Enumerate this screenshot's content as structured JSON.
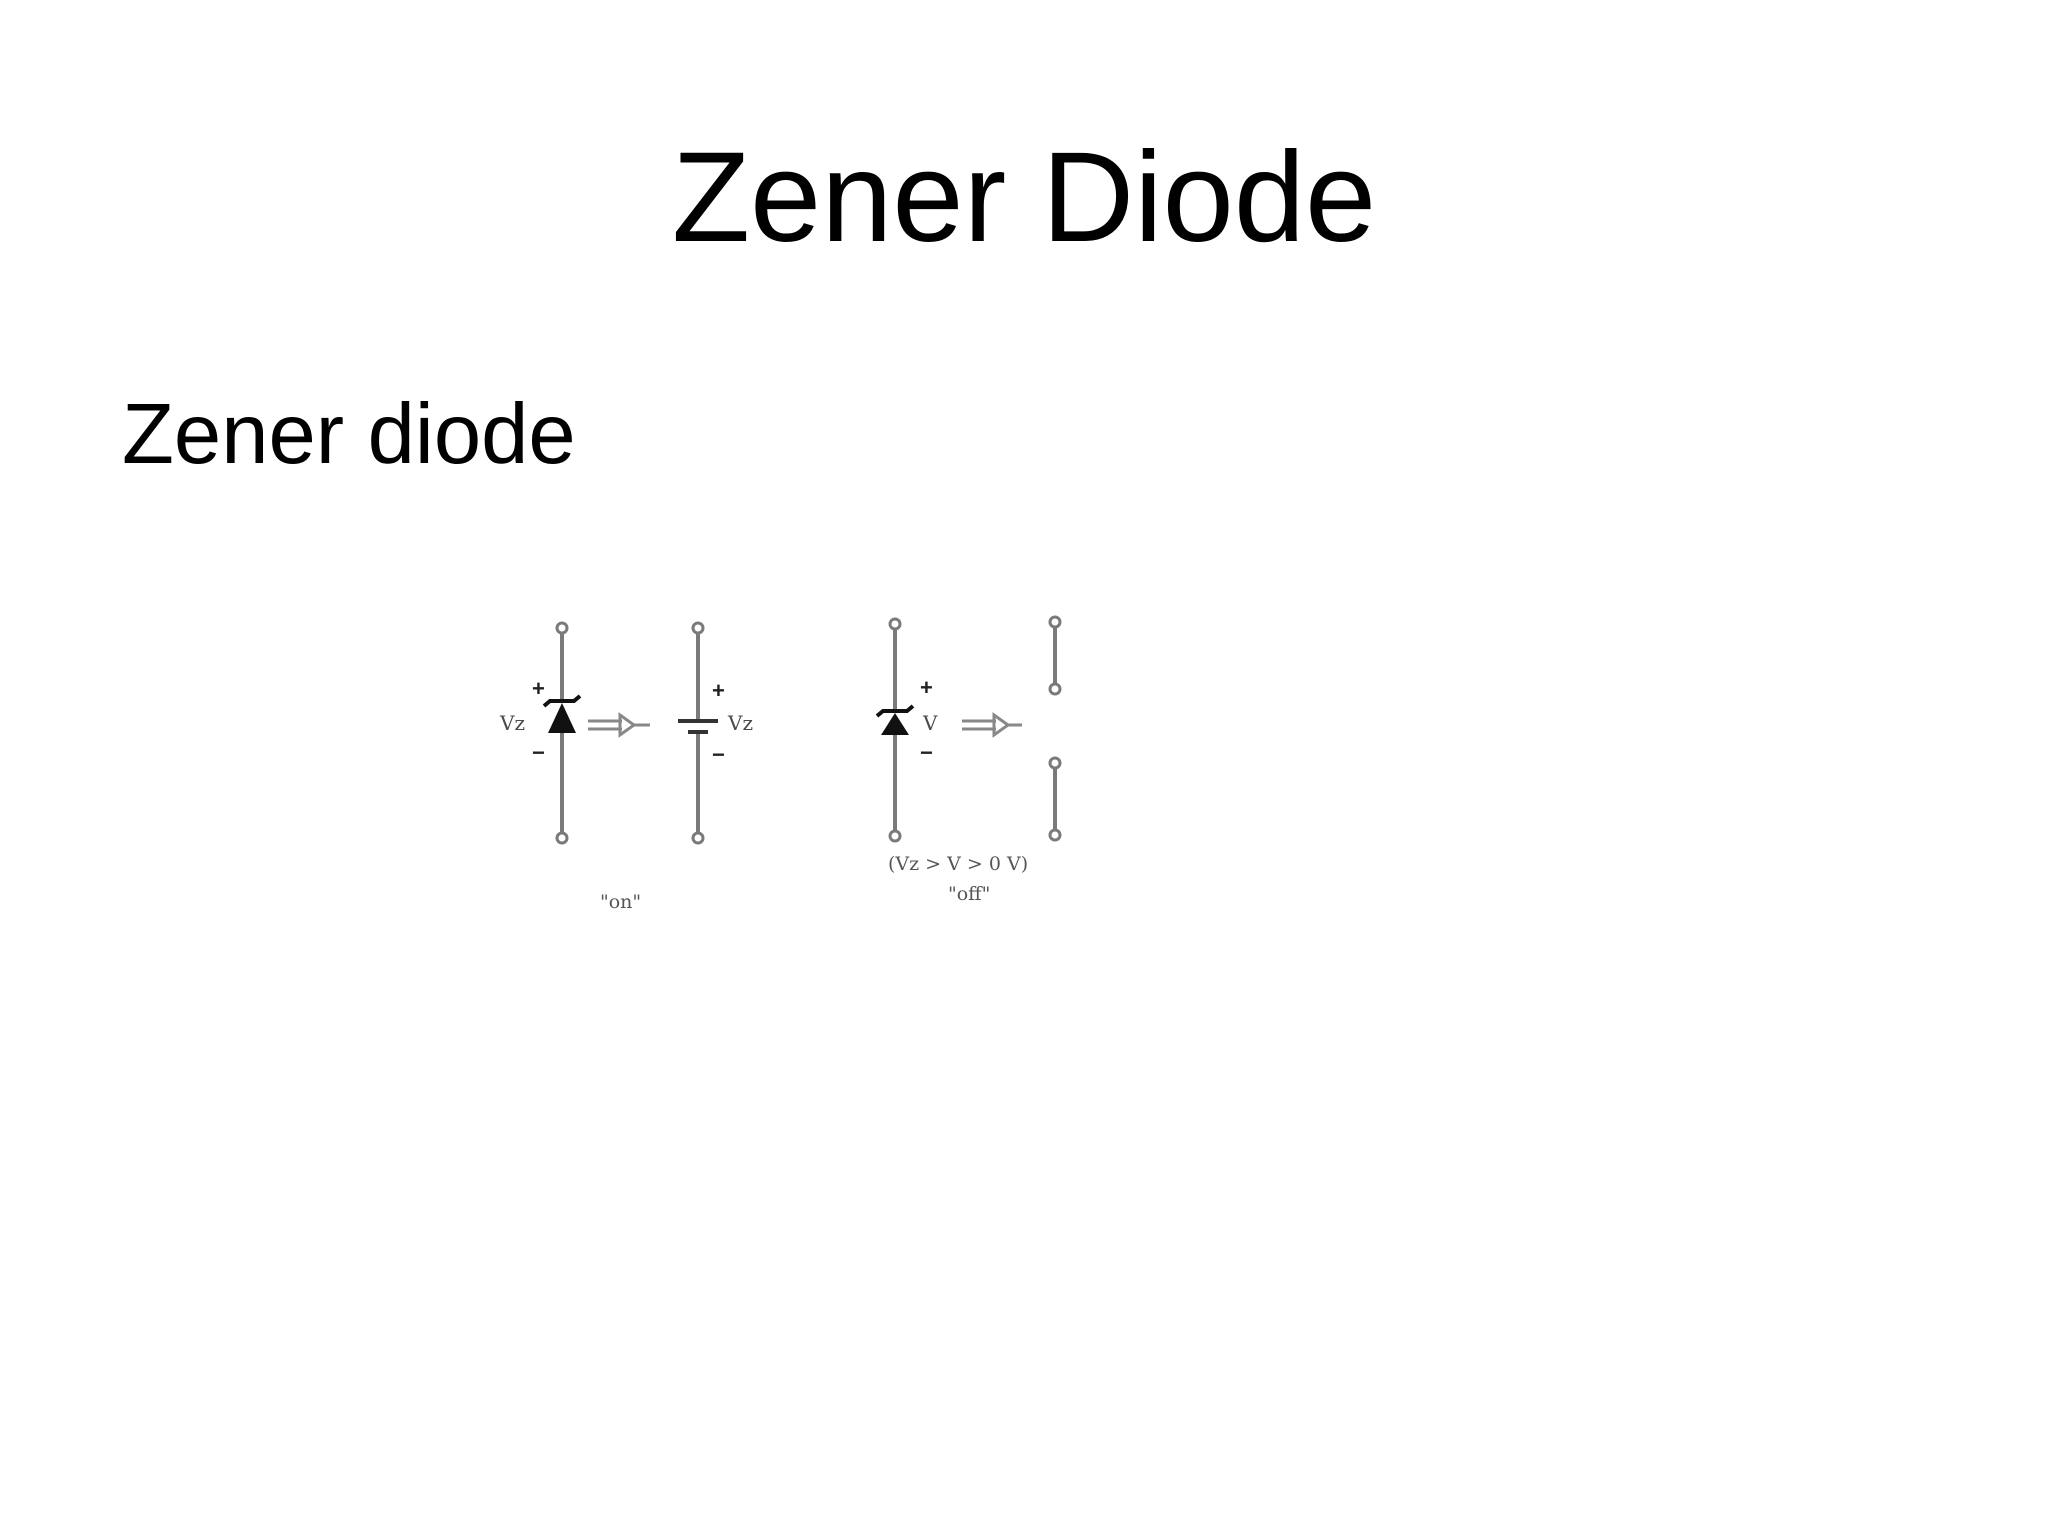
{
  "slide": {
    "title": "Zener Diode",
    "subtitle_text": "Zener diode"
  },
  "diagram": {
    "on_state": {
      "voltage_label": "Vz",
      "plus_sign": "+",
      "minus_sign": "−",
      "equivalent_plus": "+",
      "equivalent_minus": "−",
      "equivalent_label": "Vz",
      "caption": "\"on\""
    },
    "off_state": {
      "plus_sign": "+",
      "voltage_label": "V",
      "minus_sign": "−",
      "condition": "(Vz > V > 0 V)",
      "caption": "\"off\""
    }
  },
  "colors": {
    "background": "#ffffff",
    "text": "#000000",
    "diagram_line": "#7a7a7a",
    "diagram_fill": "#111111"
  }
}
